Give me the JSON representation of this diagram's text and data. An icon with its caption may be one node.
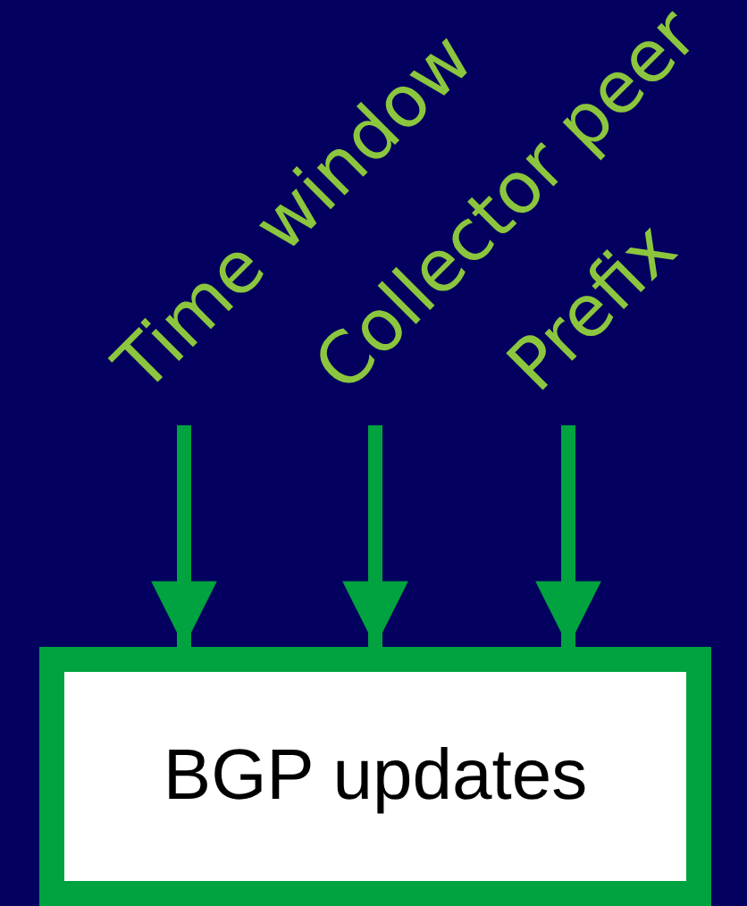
{
  "diagram": {
    "nodes": [
      {
        "text": [
          "Time window"
        ]
      },
      {
        "text": [
          "Collector peer"
        ]
      },
      {
        "text": [
          "Prefix"
        ]
      },
      {
        "text": [
          "BGP updates"
        ]
      }
    ],
    "edges": [
      {
        "from": 0,
        "to": 3,
        "arrow": "to"
      },
      {
        "from": 1,
        "to": 3,
        "arrow": "to"
      },
      {
        "from": 2,
        "to": 3,
        "arrow": "to"
      }
    ]
  }
}
